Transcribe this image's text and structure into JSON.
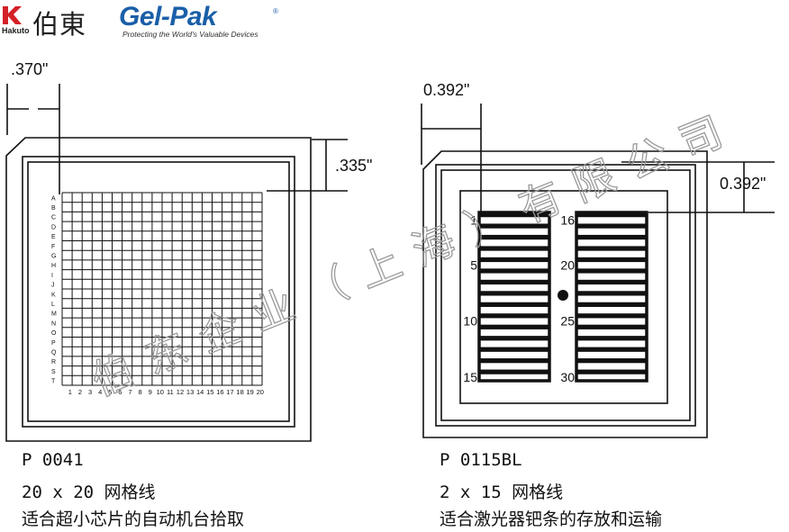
{
  "logos": {
    "hakuto_brand": "伯東",
    "hakuto_sub": "Hakuto",
    "gelpak_brand": "Gel-Pak",
    "gelpak_registered": "®",
    "gelpak_tagline": "Protecting the World's Valuable Devices"
  },
  "left_tray": {
    "dim_width": ".370\"",
    "dim_height": ".335\"",
    "row_labels": [
      "A",
      "B",
      "C",
      "D",
      "E",
      "F",
      "G",
      "H",
      "I",
      "J",
      "K",
      "L",
      "M",
      "N",
      "O",
      "P",
      "Q",
      "R",
      "S",
      "T"
    ],
    "col_labels": [
      "1",
      "2",
      "3",
      "4",
      "5",
      "6",
      "7",
      "8",
      "9",
      "10",
      "11",
      "12",
      "13",
      "14",
      "15",
      "16",
      "17",
      "18",
      "19",
      "20"
    ],
    "grid_rows": 20,
    "grid_cols": 20,
    "model": "P 0041",
    "grid_desc": "20 x 20 网格线",
    "use_desc": "适合超小芯片的自动机台拾取"
  },
  "right_tray": {
    "dim_width": "0.392\"",
    "dim_height": "0.392\"",
    "slot_labels_left": [
      "1",
      "5",
      "10",
      "15"
    ],
    "slot_labels_right": [
      "16",
      "20",
      "25",
      "30"
    ],
    "slots_per_column": 15,
    "model": "P 0115BL",
    "grid_desc": "2 x 15 网格线",
    "use_desc": "适合激光器钯条的存放和运输"
  },
  "watermark": {
    "text": "伯东企业（上海）有限公司",
    "color": "#9a9a9a"
  },
  "colors": {
    "gelpak_blue": "#1a5fa8",
    "hakuto_red": "#d42027",
    "line": "#111111"
  }
}
